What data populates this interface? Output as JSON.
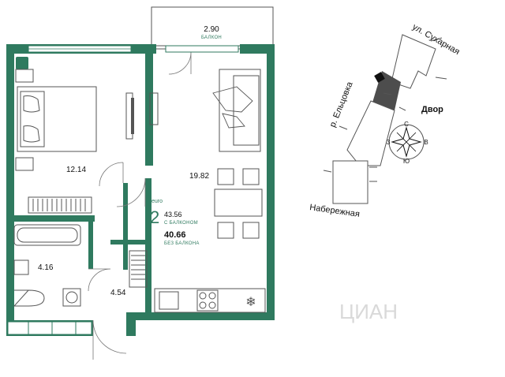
{
  "colors": {
    "wall": "#2f7a5f",
    "accent": "#2f7a5f",
    "ink": "#111111",
    "building": "#4d4d4d"
  },
  "rooms": {
    "balcony": {
      "area": "2.90",
      "name": "БАЛКОН"
    },
    "bedroom": {
      "area": "12.14"
    },
    "living": {
      "area": "19.82"
    },
    "bathroom": {
      "area": "4.16"
    },
    "hall": {
      "area": "4.54"
    }
  },
  "summary": {
    "rooms_count": "2",
    "type_label": "euro",
    "area_with_balcony": "43.56",
    "with_balcony_label": "С БАЛКОНОМ",
    "area_without_balcony": "40.66",
    "without_balcony_label": "БЕЗ БАЛКОНА"
  },
  "map": {
    "street_sukharnaya": "ул. Сухарная",
    "street_eltsovka": "р. Ельцовка",
    "yard": "Двор",
    "embankment": "Набережная",
    "compass": {
      "north": "С",
      "south": "Ю",
      "west": "З",
      "east": "В"
    }
  },
  "watermark": "ЦИАН"
}
